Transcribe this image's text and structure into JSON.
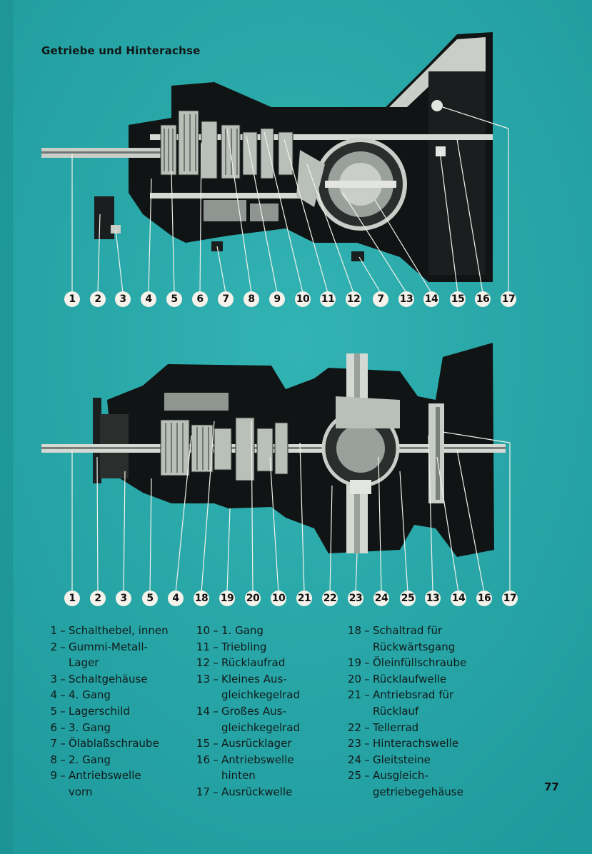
{
  "header": {
    "title": "Getriebe und Hinterachse"
  },
  "top_callouts": [
    "1",
    "2",
    "3",
    "4",
    "5",
    "6",
    "7",
    "8",
    "9",
    "10",
    "11",
    "12",
    "7",
    "13",
    "14",
    "15",
    "16",
    "17"
  ],
  "bottom_callouts": [
    "1",
    "2",
    "3",
    "5",
    "4",
    "18",
    "19",
    "20",
    "10",
    "21",
    "22",
    "23",
    "24",
    "25",
    "13",
    "14",
    "16",
    "17"
  ],
  "legend": {
    "col1": [
      {
        "no": "1",
        "text": "Schalthebel,  innen"
      },
      {
        "no": "2",
        "text": "Gummi-Metall-\nLager"
      },
      {
        "no": "3",
        "text": "Schaltgehäuse"
      },
      {
        "no": "4",
        "text": "4. Gang"
      },
      {
        "no": "5",
        "text": "Lagerschild"
      },
      {
        "no": "6",
        "text": "3. Gang"
      },
      {
        "no": "7",
        "text": "Ölablaßschraube"
      },
      {
        "no": "8",
        "text": "2. Gang"
      },
      {
        "no": "9",
        "text": "Antriebswelle\nvorn"
      }
    ],
    "col2": [
      {
        "no": "10",
        "text": "1. Gang"
      },
      {
        "no": "11",
        "text": "Triebling"
      },
      {
        "no": "12",
        "text": "Rücklaufrad"
      },
      {
        "no": "13",
        "text": "Kleines Aus-\ngleichkegelrad"
      },
      {
        "no": "14",
        "text": "Großes Aus-\ngleichkegelrad"
      },
      {
        "no": "15",
        "text": "Ausrücklager"
      },
      {
        "no": "16",
        "text": "Antriebswelle\nhinten"
      },
      {
        "no": "17",
        "text": "Ausrückwelle"
      }
    ],
    "col3": [
      {
        "no": "18",
        "text": "Schaltrad für\nRückwärtsgang"
      },
      {
        "no": "19",
        "text": "Öleinfüllschraube"
      },
      {
        "no": "20",
        "text": "Rücklaufwelle"
      },
      {
        "no": "21",
        "text": "Antriebsrad für\nRücklauf"
      },
      {
        "no": "22",
        "text": "Tellerrad"
      },
      {
        "no": "23",
        "text": "Hinterachswelle"
      },
      {
        "no": "24",
        "text": "Gleitsteine"
      },
      {
        "no": "25",
        "text": "Ausgleich-\ngetriebegehäuse"
      }
    ]
  },
  "page_number": "77",
  "colors": {
    "background": "#2aa7a8",
    "ink": "#111a1a",
    "metal": "#c9cec8",
    "callout": "#f4f2ea"
  }
}
